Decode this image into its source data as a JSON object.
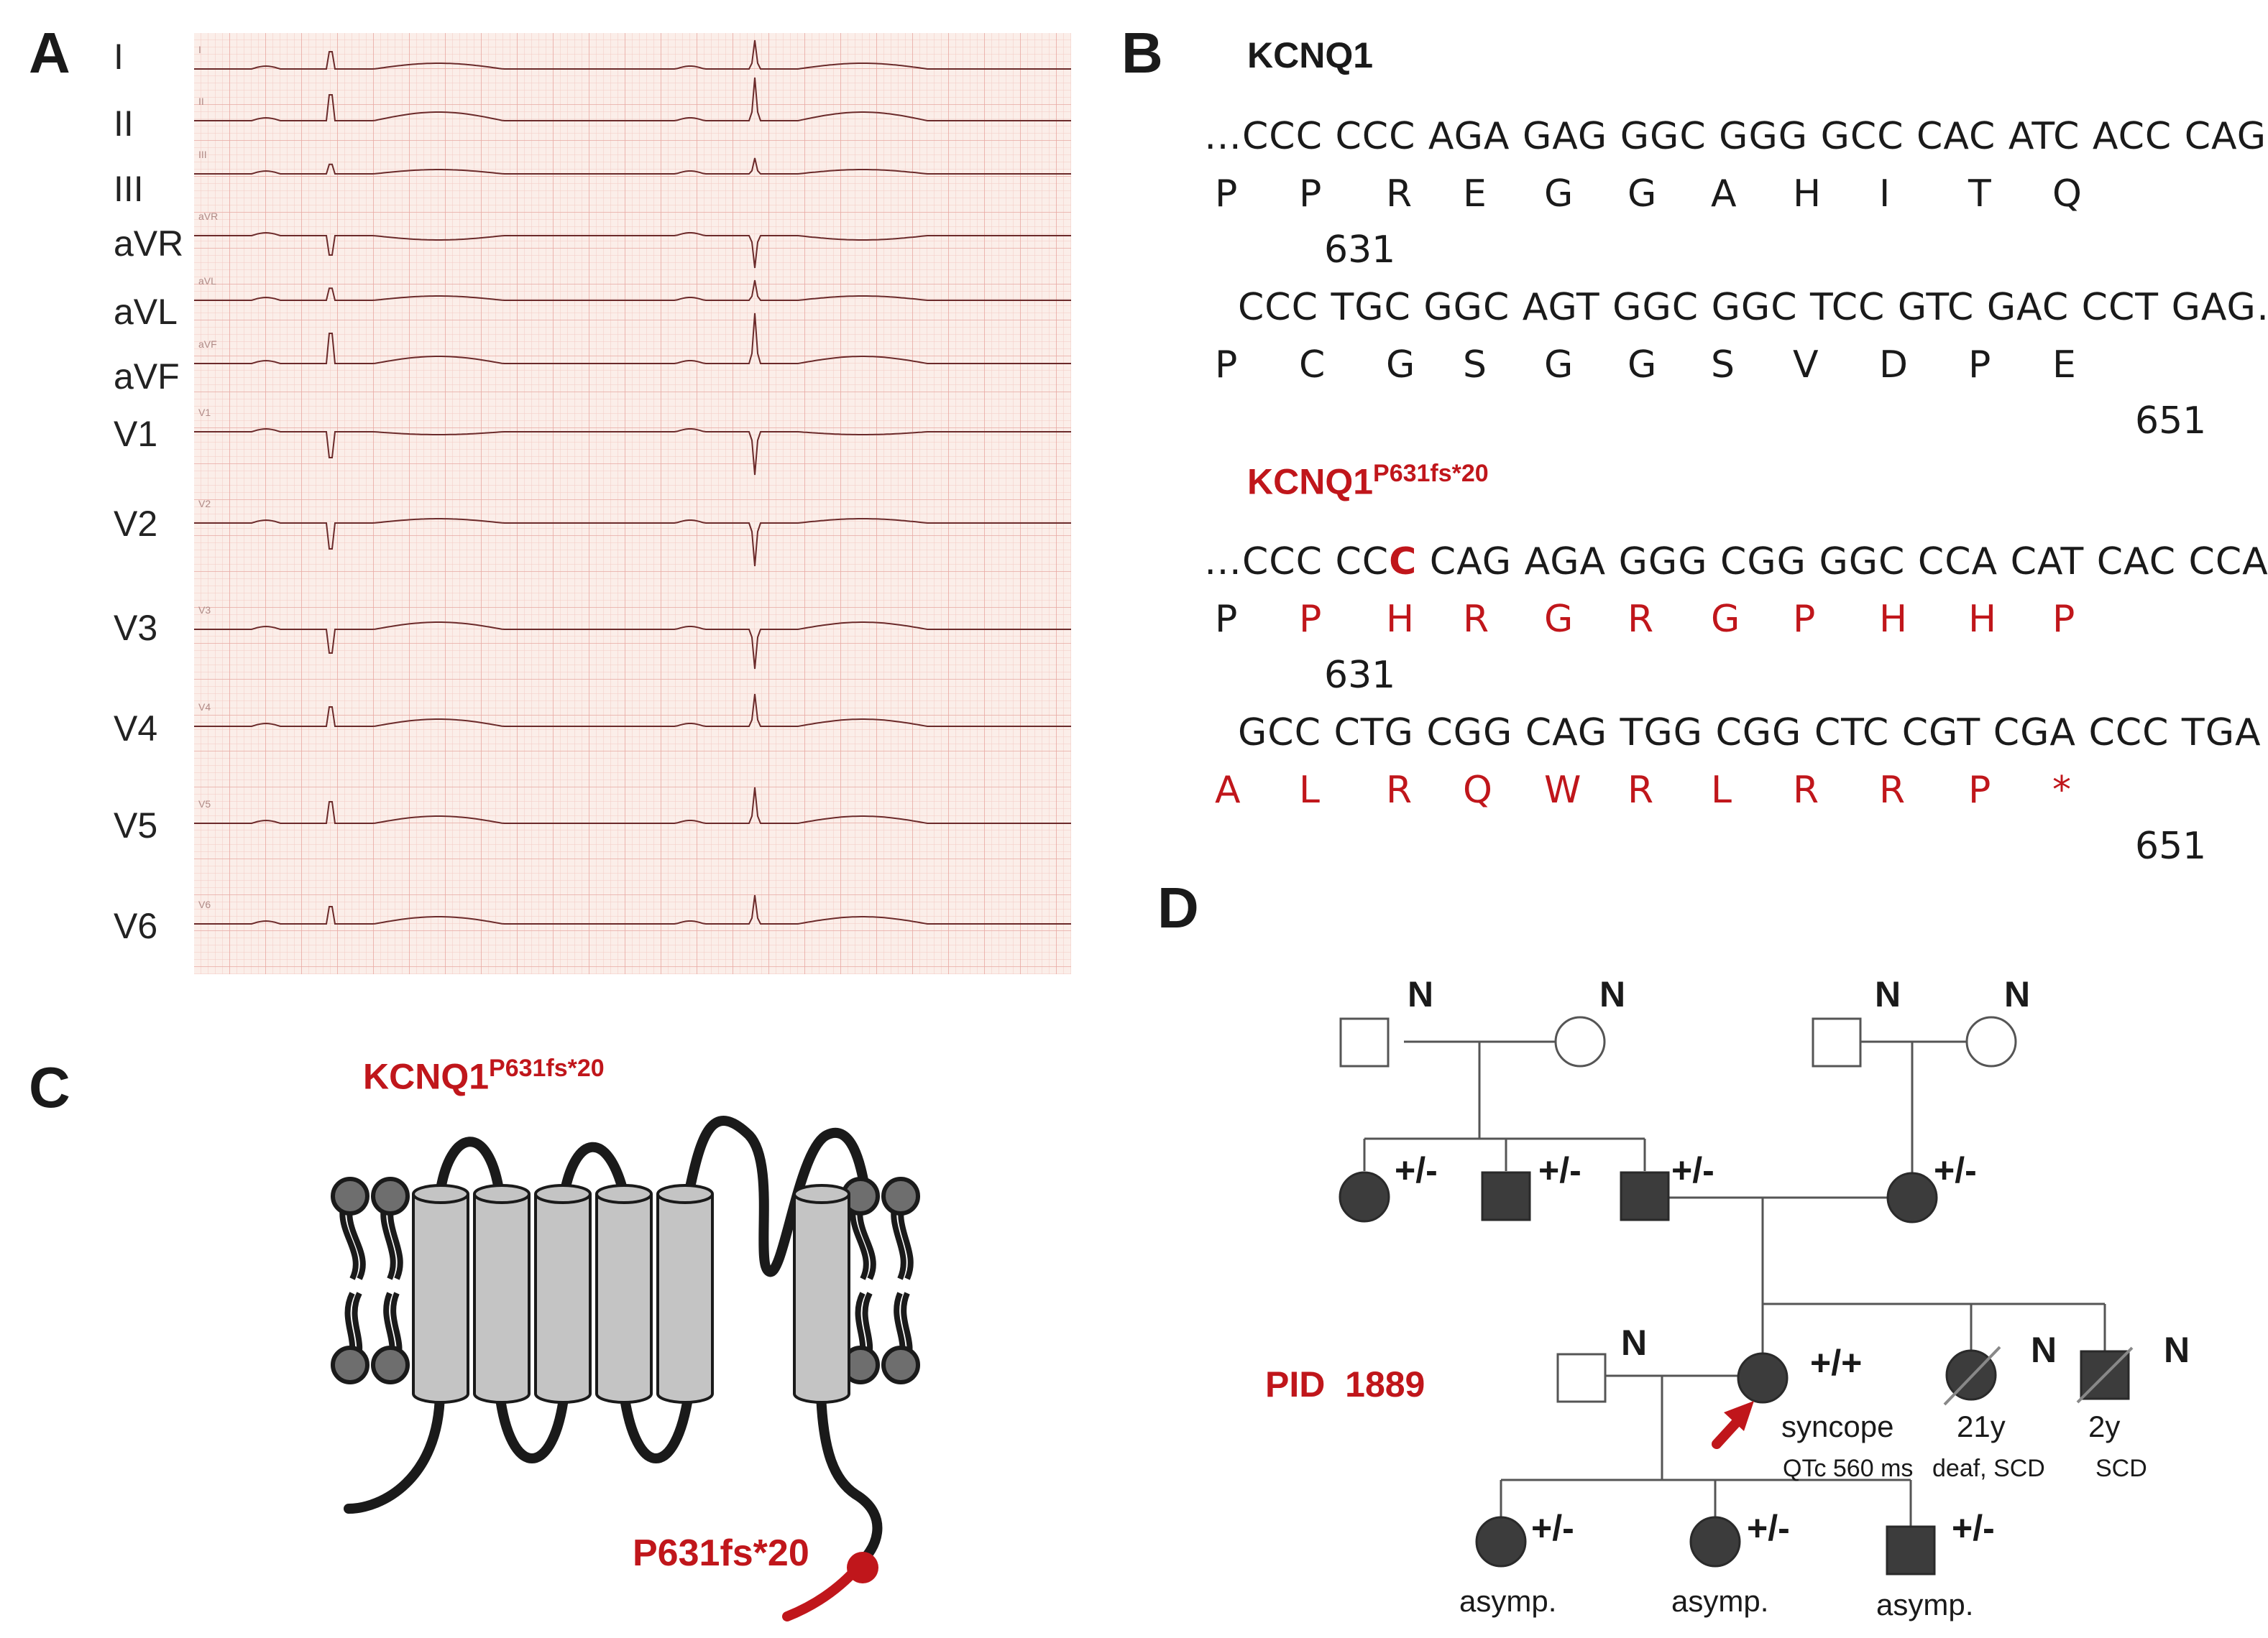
{
  "panels": {
    "a": "A",
    "b": "B",
    "c": "C",
    "d": "D"
  },
  "ecg": {
    "leads": [
      "I",
      "II",
      "III",
      "aVR",
      "aVL",
      "aVF",
      "V1",
      "V2",
      "V3",
      "V4",
      "V5",
      "V6"
    ],
    "strip_labels": [
      "I",
      "II",
      "III",
      "aVR",
      "aVL",
      "aVF",
      "V1",
      "V2",
      "V3",
      "V4",
      "V5",
      "V6"
    ],
    "colors": {
      "grid_bg": "#fbeee9",
      "grid_minor": "#f3c9c4",
      "grid_major": "#e79e98",
      "trace": "#6b2a2a"
    }
  },
  "sequence": {
    "wt_title": "KCNQ1",
    "wt_row1_codons": "…CCC CCC AGA GAG GGC GGG GCC CAC ATC ACC CAG",
    "wt_row1_aa": [
      "P",
      "P",
      "R",
      "E",
      "G",
      "G",
      "A",
      "H",
      "I",
      "T",
      "Q"
    ],
    "wt_row1_num": "631",
    "wt_row2_codons": "CCC TGC GGC AGT GGC GGC TCC GTC GAC CCT GAG…",
    "wt_row2_aa": [
      "P",
      "C",
      "G",
      "S",
      "G",
      "G",
      "S",
      "V",
      "D",
      "P",
      "E"
    ],
    "wt_row2_num": "651",
    "mut_title_base": "KCNQ1",
    "mut_title_sup": "P631fs*20",
    "mut_row1_prefix": "…CCC CC",
    "mut_row1_ins": "C",
    "mut_row1_rest": " CAG AGA GGG CGG GGC CCA CAT CAC CCA",
    "mut_row1_aa": [
      "P",
      "P",
      "H",
      "R",
      "G",
      "R",
      "G",
      "P",
      "H",
      "H",
      "P"
    ],
    "mut_row1_num": "631",
    "mut_row2_codons": "GCC CTG CGG CAG TGG CGG CTC CGT CGA CCC TGA",
    "mut_row2_aa": [
      "A",
      "L",
      "R",
      "Q",
      "W",
      "R",
      "L",
      "R",
      "R",
      "P",
      "*"
    ],
    "mut_row2_num": "651",
    "colors": {
      "mutant": "#c0161b",
      "normal": "#1a1a1a"
    }
  },
  "channel": {
    "title_base": "KCNQ1",
    "title_sup": "P631fs*20",
    "mutation_label": "P631fs*20",
    "colors": {
      "segment_fill": "#c4c4c4",
      "lipid_head": "#6e6e6e",
      "mutant": "#c0161b"
    }
  },
  "pedigree": {
    "genotypes": {
      "gp1_male": "N",
      "gp1_female": "N",
      "gp2_male": "N",
      "gp2_female": "N",
      "g2_f1": "+/-",
      "g2_m1": "+/-",
      "g2_m2": "+/-",
      "g2_f2": "+/-",
      "husband": "N",
      "proband": "+/+",
      "sib_f": "N",
      "sib_m": "N",
      "c1": "+/-",
      "c2": "+/-",
      "c3": "+/-"
    },
    "pid_label": "PID  1889",
    "proband_text": "syncope",
    "proband_qtc": "QTc 560 ms",
    "sib_f_age": "21y",
    "sib_f_note": "deaf, SCD",
    "sib_m_age": "2y",
    "sib_m_note": "SCD",
    "child_notes": [
      "asymp.",
      "asymp.",
      "asymp."
    ],
    "colors": {
      "affected": "#3c3c3c",
      "arrow": "#c0161b",
      "line": "#555555"
    }
  }
}
